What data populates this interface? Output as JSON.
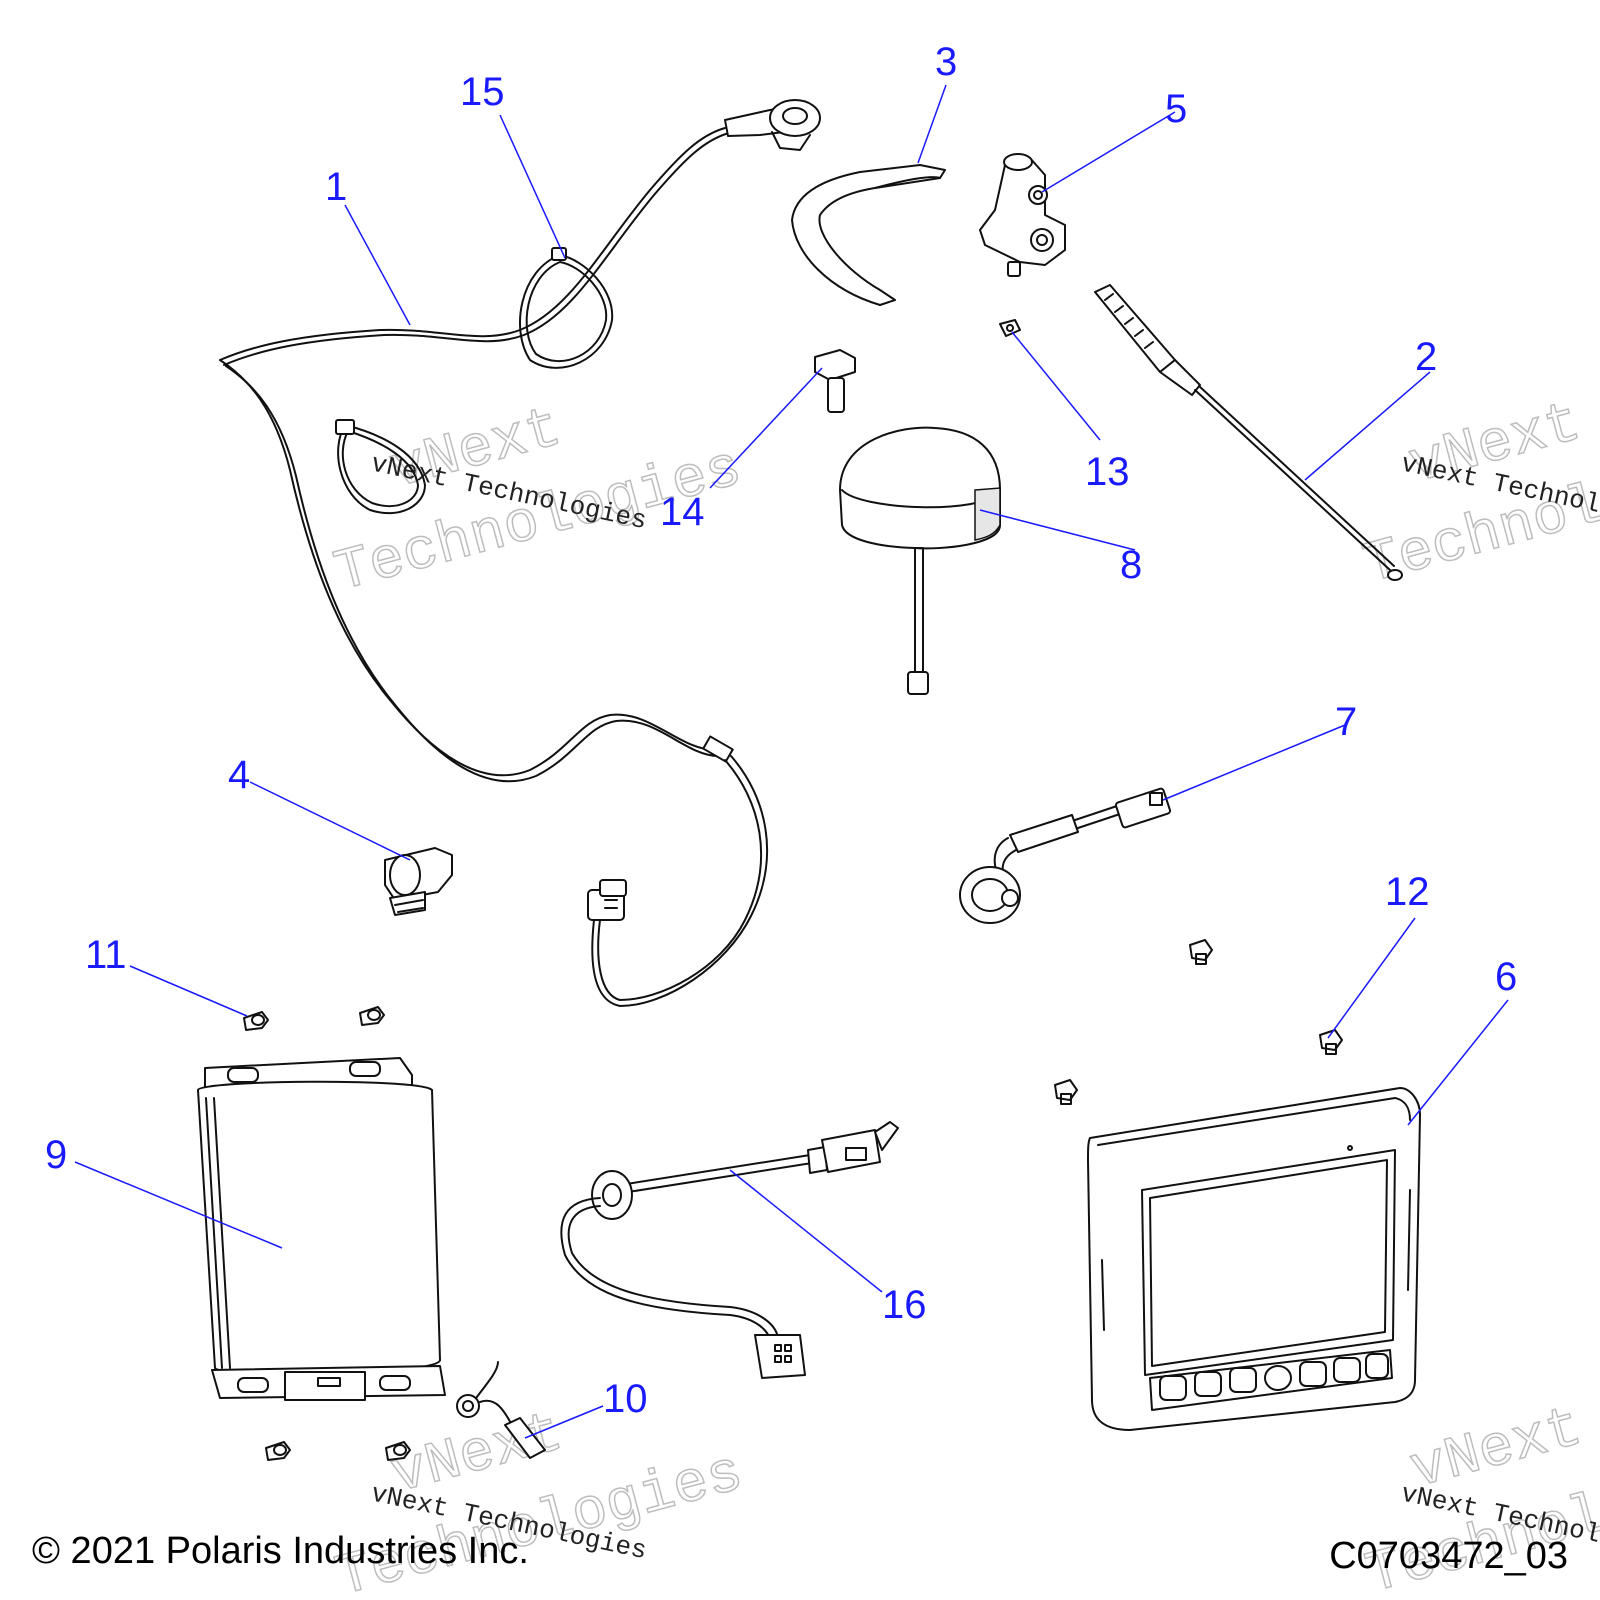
{
  "callouts": {
    "c1": "1",
    "c2": "2",
    "c3": "3",
    "c4": "4",
    "c5": "5",
    "c6": "6",
    "c7": "7",
    "c8": "8",
    "c9": "9",
    "c10": "10",
    "c11": "11",
    "c12": "12",
    "c13": "13",
    "c14": "14",
    "c15": "15",
    "c16": "16"
  },
  "watermark": {
    "line": "vNext Technologies",
    "big_top": "vNext",
    "big_bottom": "Technologies"
  },
  "footer": {
    "copyright": "© 2021 Polaris Industries Inc.",
    "drawing_number": "C0703472_03"
  },
  "colors": {
    "callout": "#1a1aff",
    "line_art": "#111111",
    "background": "#ffffff"
  }
}
